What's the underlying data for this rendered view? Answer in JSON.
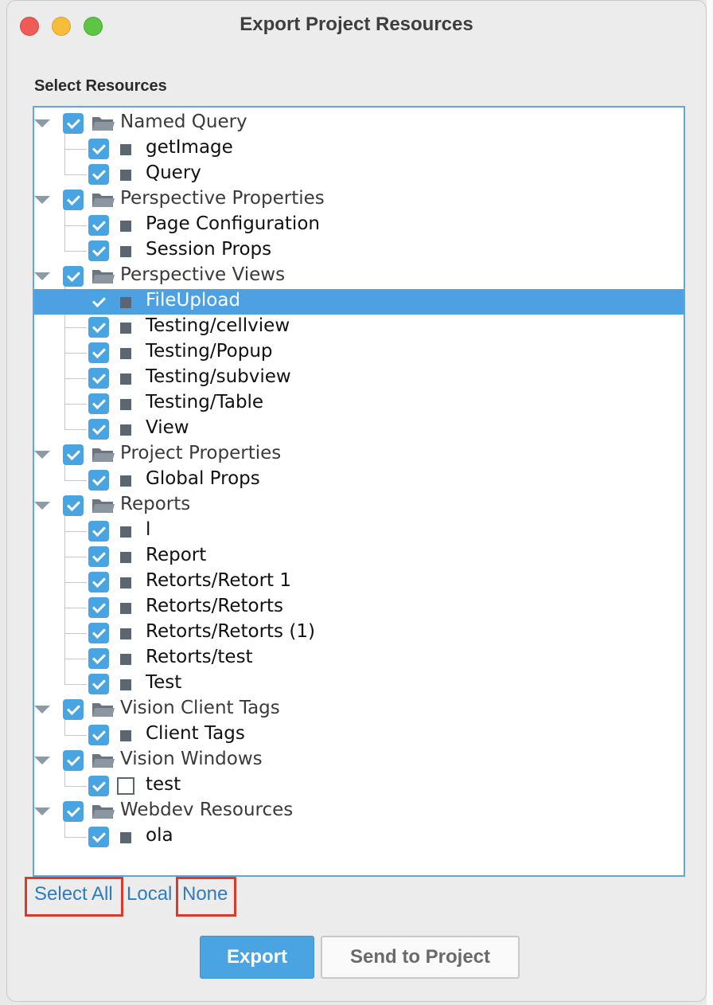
{
  "window": {
    "title": "Export Project Resources"
  },
  "section_label": "Select Resources",
  "tree": [
    {
      "kind": "parent",
      "label": "Named Query",
      "checked": true
    },
    {
      "kind": "leaf",
      "label": "getImage",
      "checked": true
    },
    {
      "kind": "leaf",
      "label": "Query",
      "checked": true
    },
    {
      "kind": "parent",
      "label": "Perspective Properties",
      "checked": true
    },
    {
      "kind": "leaf",
      "label": "Page Configuration",
      "checked": true
    },
    {
      "kind": "leaf",
      "label": "Session Props",
      "checked": true
    },
    {
      "kind": "parent",
      "label": "Perspective Views",
      "checked": true
    },
    {
      "kind": "leaf",
      "label": "FileUpload",
      "checked": true,
      "selected": true
    },
    {
      "kind": "leaf",
      "label": "Testing/cellview",
      "checked": true
    },
    {
      "kind": "leaf",
      "label": "Testing/Popup",
      "checked": true
    },
    {
      "kind": "leaf",
      "label": "Testing/subview",
      "checked": true
    },
    {
      "kind": "leaf",
      "label": "Testing/Table",
      "checked": true
    },
    {
      "kind": "leaf",
      "label": "View",
      "checked": true
    },
    {
      "kind": "parent",
      "label": "Project Properties",
      "checked": true
    },
    {
      "kind": "leaf",
      "label": "Global Props",
      "checked": true
    },
    {
      "kind": "parent",
      "label": "Reports",
      "checked": true
    },
    {
      "kind": "leaf",
      "label": "l",
      "checked": true
    },
    {
      "kind": "leaf",
      "label": "Report",
      "checked": true
    },
    {
      "kind": "leaf",
      "label": "Retorts/Retort 1",
      "checked": true
    },
    {
      "kind": "leaf",
      "label": "Retorts/Retorts",
      "checked": true
    },
    {
      "kind": "leaf",
      "label": "Retorts/Retorts (1)",
      "checked": true
    },
    {
      "kind": "leaf",
      "label": "Retorts/test",
      "checked": true
    },
    {
      "kind": "leaf",
      "label": "Test",
      "checked": true
    },
    {
      "kind": "parent",
      "label": "Vision Client Tags",
      "checked": true
    },
    {
      "kind": "leaf",
      "label": "Client Tags",
      "checked": true
    },
    {
      "kind": "parent",
      "label": "Vision Windows",
      "checked": true
    },
    {
      "kind": "leaf",
      "label": "test",
      "checked": true,
      "icon": "window-outline-icon"
    },
    {
      "kind": "parent",
      "label": "Webdev Resources",
      "checked": true
    },
    {
      "kind": "leaf",
      "label": "ola",
      "checked": true
    }
  ],
  "links": {
    "select_all": "Select All",
    "local": "Local",
    "none": "None"
  },
  "buttons": {
    "export": "Export",
    "send_to_project": "Send to Project"
  },
  "colors": {
    "accent": "#4aa4e2",
    "selection": "#4da1e2",
    "highlight_box": "#d63b2b",
    "link": "#2f7bbf"
  }
}
